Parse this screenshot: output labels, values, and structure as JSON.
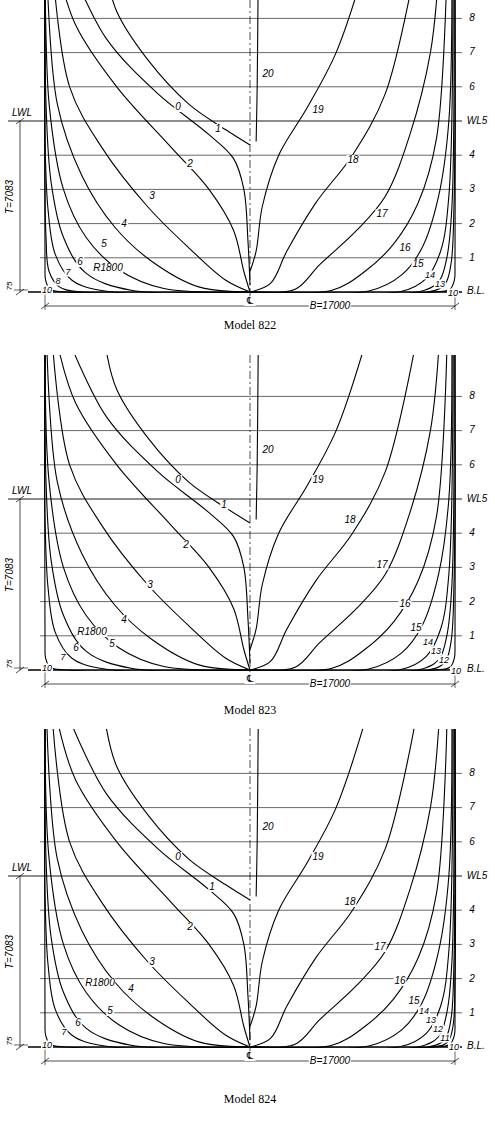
{
  "diagram": {
    "labels": [
      "0",
      "20",
      "1",
      "19",
      "2",
      "18",
      "3",
      "17",
      "4",
      "16",
      "5",
      "15",
      "6",
      "14",
      "R1800",
      "7",
      "13",
      "8",
      "10",
      "10",
      "8",
      "7",
      "6",
      "WL5",
      "4",
      "3",
      "2",
      "1",
      "B.L.",
      "LWL",
      "T=7083",
      "75",
      "℄",
      "B=17000",
      "Model 822",
      "0",
      "20",
      "1",
      "19",
      "2",
      "18",
      "3",
      "17",
      "4",
      "16",
      "R1800",
      "15",
      "5",
      "14",
      "6",
      "13",
      "7",
      "12",
      "10",
      "10",
      "8",
      "7",
      "6",
      "WL5",
      "4",
      "3",
      "2",
      "1",
      "B.L.",
      "LWL",
      "T=7083",
      "75",
      "℄",
      "B=17000",
      "Model 823",
      "0",
      "20",
      "1",
      "19",
      "2",
      "18",
      "3",
      "17",
      "R1800",
      "16",
      "4",
      "15",
      "5",
      "14",
      "6",
      "13",
      "7",
      "12",
      "11",
      "10",
      "10",
      "8",
      "7",
      "6",
      "WL5",
      "4",
      "3",
      "2",
      "1",
      "B.L.",
      "LWL",
      "T=7083",
      "75",
      "℄",
      "B=17000",
      "Model 824"
    ]
  }
}
